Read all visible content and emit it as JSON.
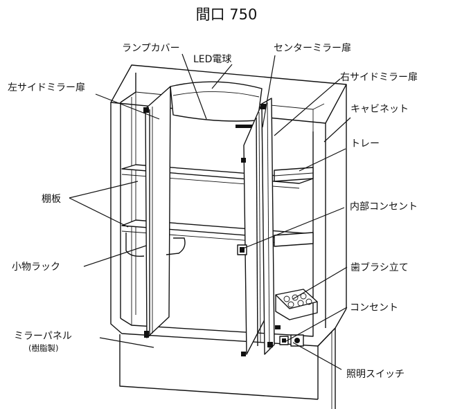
{
  "title": "間口 750",
  "labels": {
    "lamp_cover": "ランプカバー",
    "led_bulb": "LED電球",
    "center_mirror_door": "センターミラー扉",
    "left_side_mirror_door": "左サイドミラー扉",
    "right_side_mirror_door": "右サイドミラー扉",
    "cabinet": "キャビネット",
    "tray": "トレー",
    "shelf_board": "棚板",
    "internal_outlet": "内部コンセント",
    "accessory_rack": "小物ラック",
    "toothbrush_stand": "歯ブラシ立て",
    "outlet": "コンセント",
    "mirror_panel": "ミラーパネル",
    "mirror_panel_material": "(樹脂製)",
    "light_switch": "照明スイッチ"
  }
}
